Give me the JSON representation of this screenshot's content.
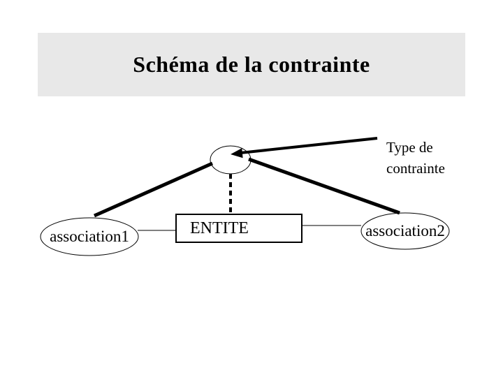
{
  "slide": {
    "title": "Schéma de la contrainte",
    "banner_color": "#e8e8e8",
    "background_color": "#ffffff",
    "line_color": "#000000"
  },
  "diagram": {
    "constraint_ellipse": "",
    "constraint_type_label": "Type de contrainte",
    "entity_label": "ENTITE",
    "association1_label": "association1",
    "association2_label": "association2"
  }
}
